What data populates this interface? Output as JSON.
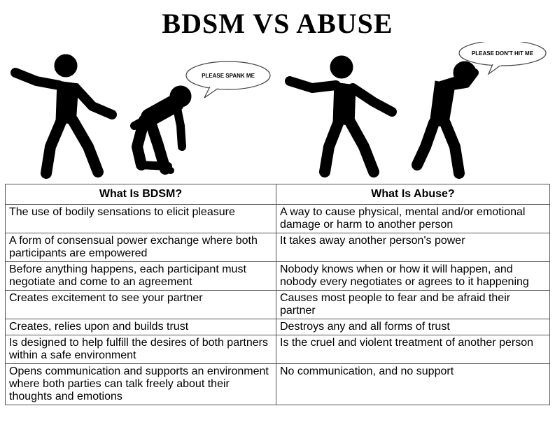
{
  "title": "BDSM VS ABUSE",
  "bubbles": {
    "left": "PLEASE SPANK ME",
    "right": "PLEASE DON'T HIT ME"
  },
  "table": {
    "headers": [
      "What Is BDSM?",
      "What Is Abuse?"
    ],
    "rows": [
      [
        "The use of bodily sensations to elicit pleasure",
        "A way to cause physical, mental and/or emotional damage or harm to another person"
      ],
      [
        "A form of consensual power exchange where both participants are empowered",
        "It takes away another person's power"
      ],
      [
        "Before anything happens, each participant must negotiate and come to an agreement",
        "Nobody knows when or how it will happen, and nobody every negotiates or agrees to it happening"
      ],
      [
        "Creates excitement to see your partner",
        "Causes most people to fear and be afraid their partner"
      ],
      [
        "Creates, relies upon and builds trust",
        "Destroys any and all forms of trust"
      ],
      [
        "Is designed to help fulfill the desires of both partners within a safe environment",
        "Is the cruel and violent treatment of another person"
      ],
      [
        "Opens communication and supports an environment where both parties can talk freely about their thoughts and emotions",
        "No communication, and no support"
      ]
    ]
  }
}
